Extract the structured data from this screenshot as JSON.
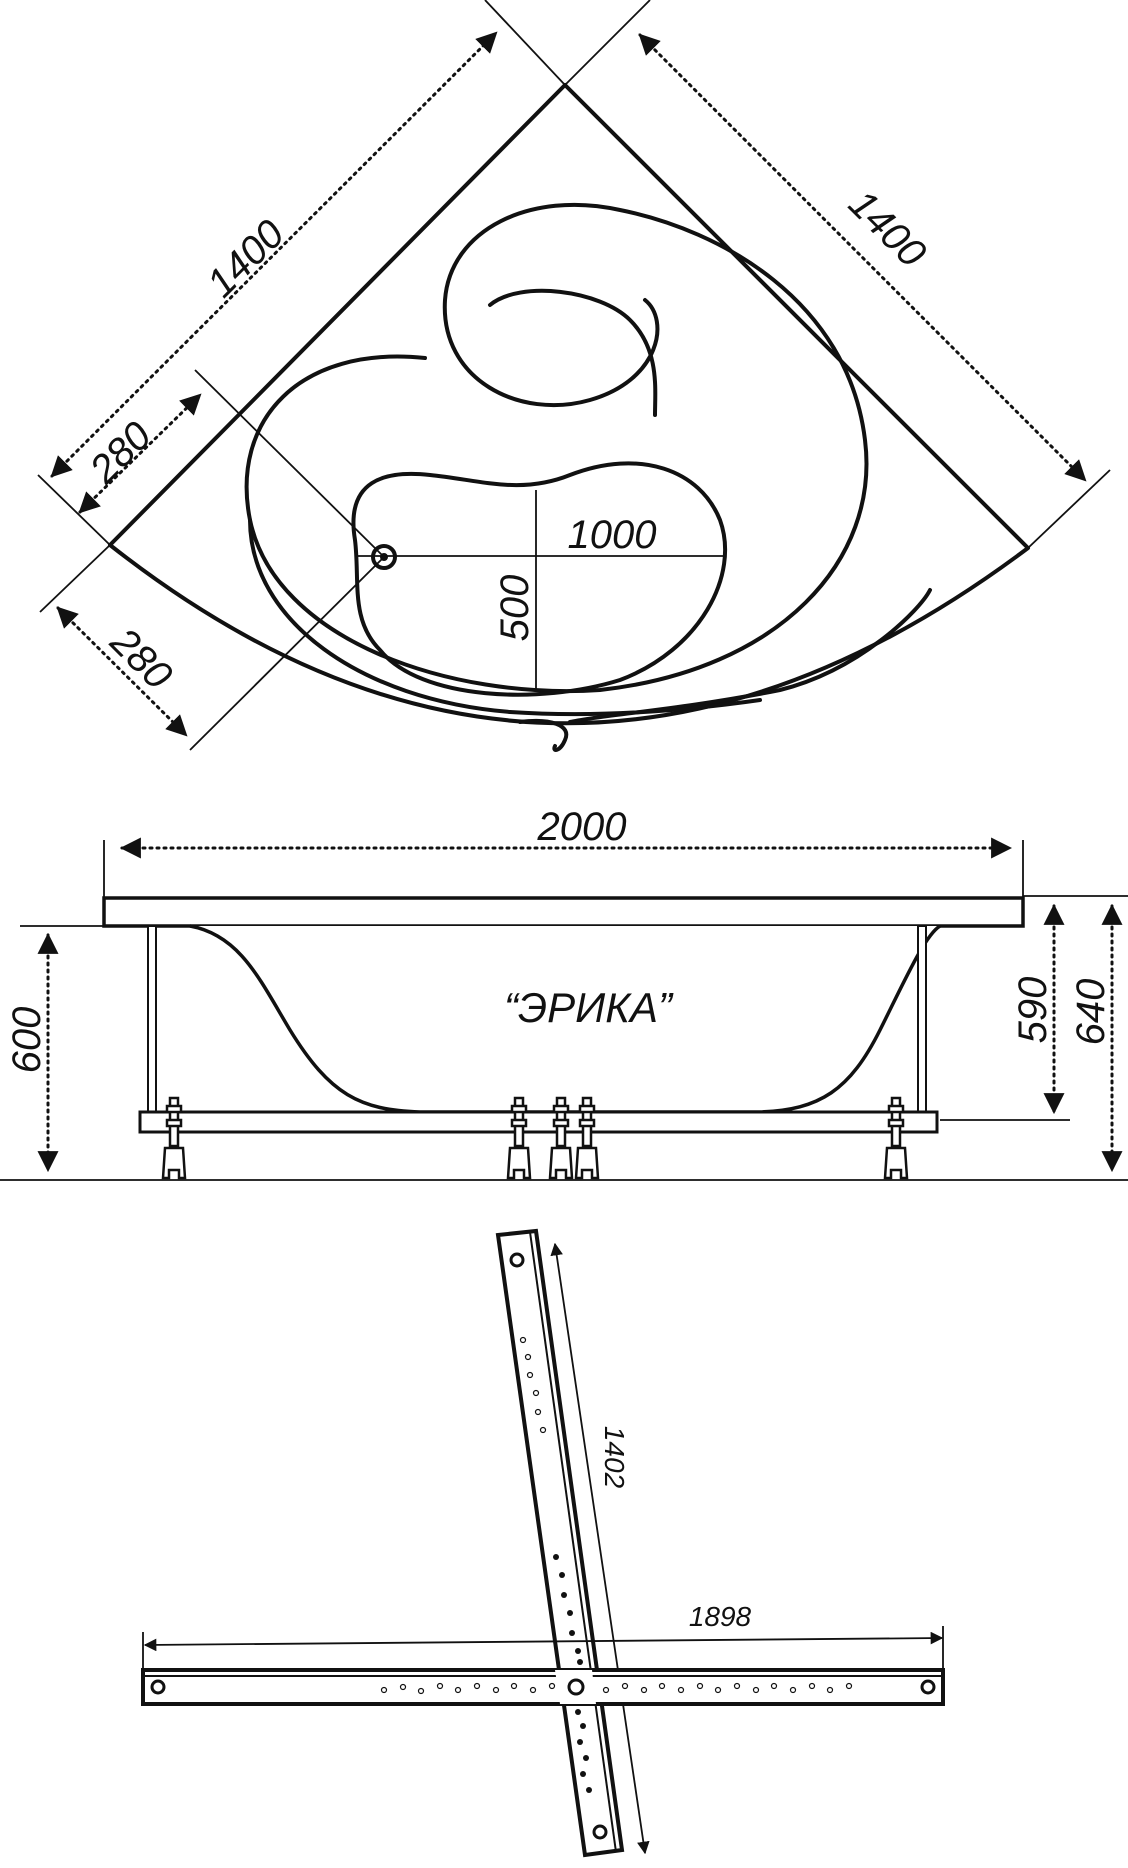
{
  "top_view": {
    "side_left": "1400",
    "side_right": "1400",
    "drain_offset_upper": "280",
    "drain_offset_lower": "280",
    "seat_length": "1000",
    "seat_width": "500"
  },
  "front_view": {
    "overall_width": "2000",
    "model_name": "“ЭРИКА”",
    "height_left": "600",
    "height_inner": "590",
    "height_total": "640"
  },
  "frame_view": {
    "beam_short": "1402",
    "beam_long": "1898"
  }
}
